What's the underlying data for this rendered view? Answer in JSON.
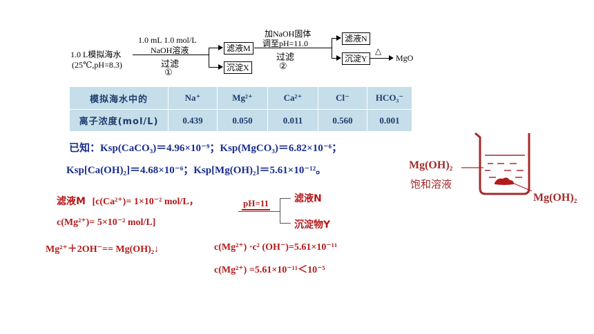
{
  "flowchart": {
    "seawater_line1": "1.0 L模拟海水",
    "seawater_line2": "(25℃,pH=8.3)",
    "reagent1_line1": "1.0 mL 1.0 mol/L",
    "reagent1_line2": "NaOH溶液",
    "step1_label": "过滤",
    "step1_num": "①",
    "filtrate_M": "滤液M",
    "precipitate_X": "沉淀X",
    "reagent2_line1": "加NaOH固体",
    "reagent2_line2": "调至pH=11.0",
    "step2_label": "过滤",
    "step2_num": "②",
    "filtrate_N": "滤液N",
    "precipitate_Y": "沉淀Y",
    "heat_symbol": "△",
    "product": "MgO"
  },
  "ion_table": {
    "row_header_line1": "模拟海水中的",
    "row_header_line2": "离子浓度(mol/L)",
    "ions": [
      "Na⁺",
      "Mg²⁺",
      "Ca²⁺",
      "Cl⁻",
      "HCO₃⁻"
    ],
    "values": [
      "0.439",
      "0.050",
      "0.011",
      "0.560",
      "0.001"
    ]
  },
  "known": {
    "prefix": "已知：",
    "ksp_caco3": "Ksp(CaCO₃)＝4.96×10⁻⁹；",
    "ksp_mgco3": "Ksp(MgCO₃)＝6.82×10⁻⁶；",
    "ksp_caoh2": "Ksp[Ca(OH)₂]＝4.68×10⁻⁶；",
    "ksp_mgoh2": "Ksp[Mg(OH)₂]＝5.61×10⁻¹²。"
  },
  "analysis": {
    "filtrate_M_label": "滤液M",
    "ca_conc": "[c(Ca²⁺)= 1×10⁻² mol/L，",
    "mg_conc": "c(Mg²⁺)= 5×10⁻² mol/L]",
    "ph_label": "pH=11",
    "filtrate_N": "滤液N",
    "precipitate_Y": "沉淀物Y",
    "reaction": "Mg²⁺＋2OH⁻== Mg(OH)₂↓",
    "ksp_expr": "c(Mg²⁺) ·c² (OH⁻)=5.61×10⁻¹¹",
    "comparison": "c(Mg²⁺) =5.61×10⁻¹¹＜10⁻⁵"
  },
  "beaker": {
    "label_left": "Mg(OH)₂",
    "label_caption": "饱和溶液",
    "label_right": "Mg(OH)₂"
  },
  "colors": {
    "table_bg": "#c5dee9",
    "table_text": "#1e3c6e",
    "blue_text": "#1a2c8c",
    "red_text": "#b5191a"
  }
}
